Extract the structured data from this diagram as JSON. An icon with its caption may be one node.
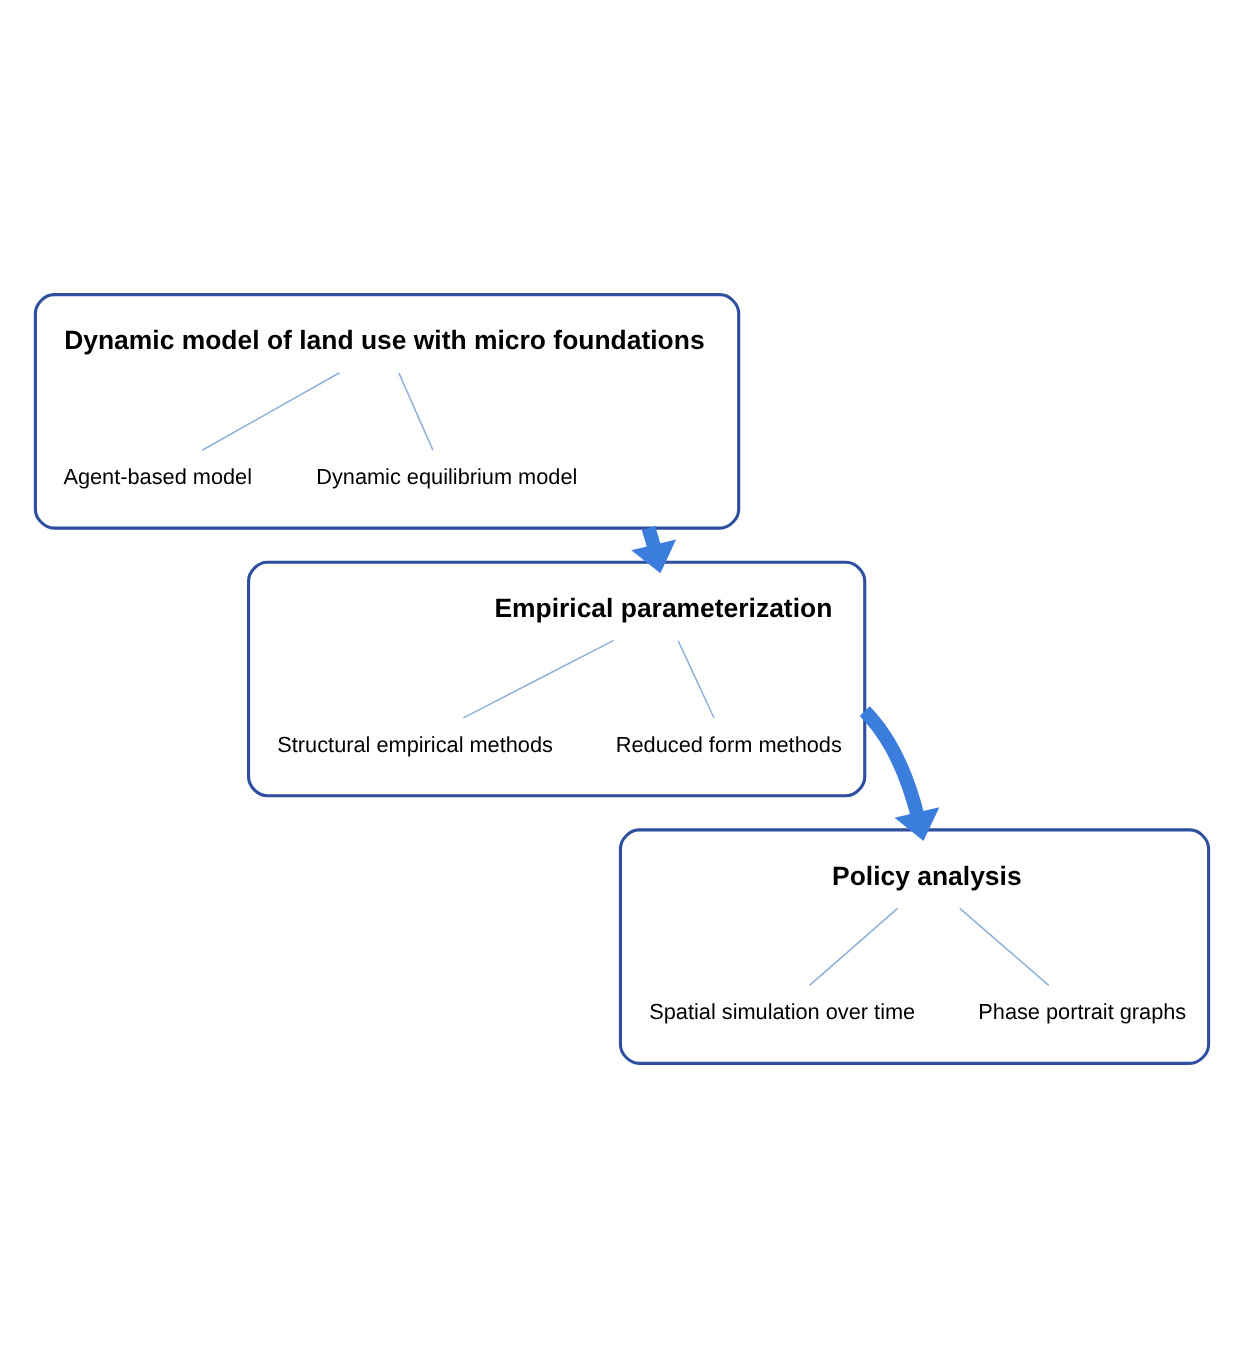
{
  "diagram": {
    "nodes": [
      {
        "text": [
          "Dynamic model of land use with micro foundations"
        ]
      },
      {
        "text": [
          "Agent-based model"
        ],
        "in": 0
      },
      {
        "text": [
          "Dynamic equilibrium model"
        ],
        "in": 0
      },
      {
        "text": [
          "Empirical parameterization"
        ]
      },
      {
        "text": [
          "Structural empirical methods"
        ],
        "in": 3
      },
      {
        "text": [
          "Reduced form methods"
        ],
        "in": 3
      },
      {
        "text": [
          "Policy analysis"
        ]
      },
      {
        "text": [
          "Spatial simulation over time"
        ],
        "in": 6
      },
      {
        "text": [
          "Phase portrait graphs"
        ],
        "in": 6
      }
    ],
    "edges": [
      {
        "from": 0,
        "to": 1,
        "arrow": "none"
      },
      {
        "from": 0,
        "to": 2,
        "arrow": "none"
      },
      {
        "from": 0,
        "to": 3,
        "arrow": "to",
        "style": "thick",
        "color": "#3b7ddd"
      },
      {
        "from": 3,
        "to": 4,
        "arrow": "none"
      },
      {
        "from": 3,
        "to": 5,
        "arrow": "none"
      },
      {
        "from": 3,
        "to": 6,
        "arrow": "to",
        "style": "thick",
        "color": "#3b7ddd"
      },
      {
        "from": 6,
        "to": 7,
        "arrow": "none"
      },
      {
        "from": 6,
        "to": 8,
        "arrow": "none"
      }
    ]
  }
}
